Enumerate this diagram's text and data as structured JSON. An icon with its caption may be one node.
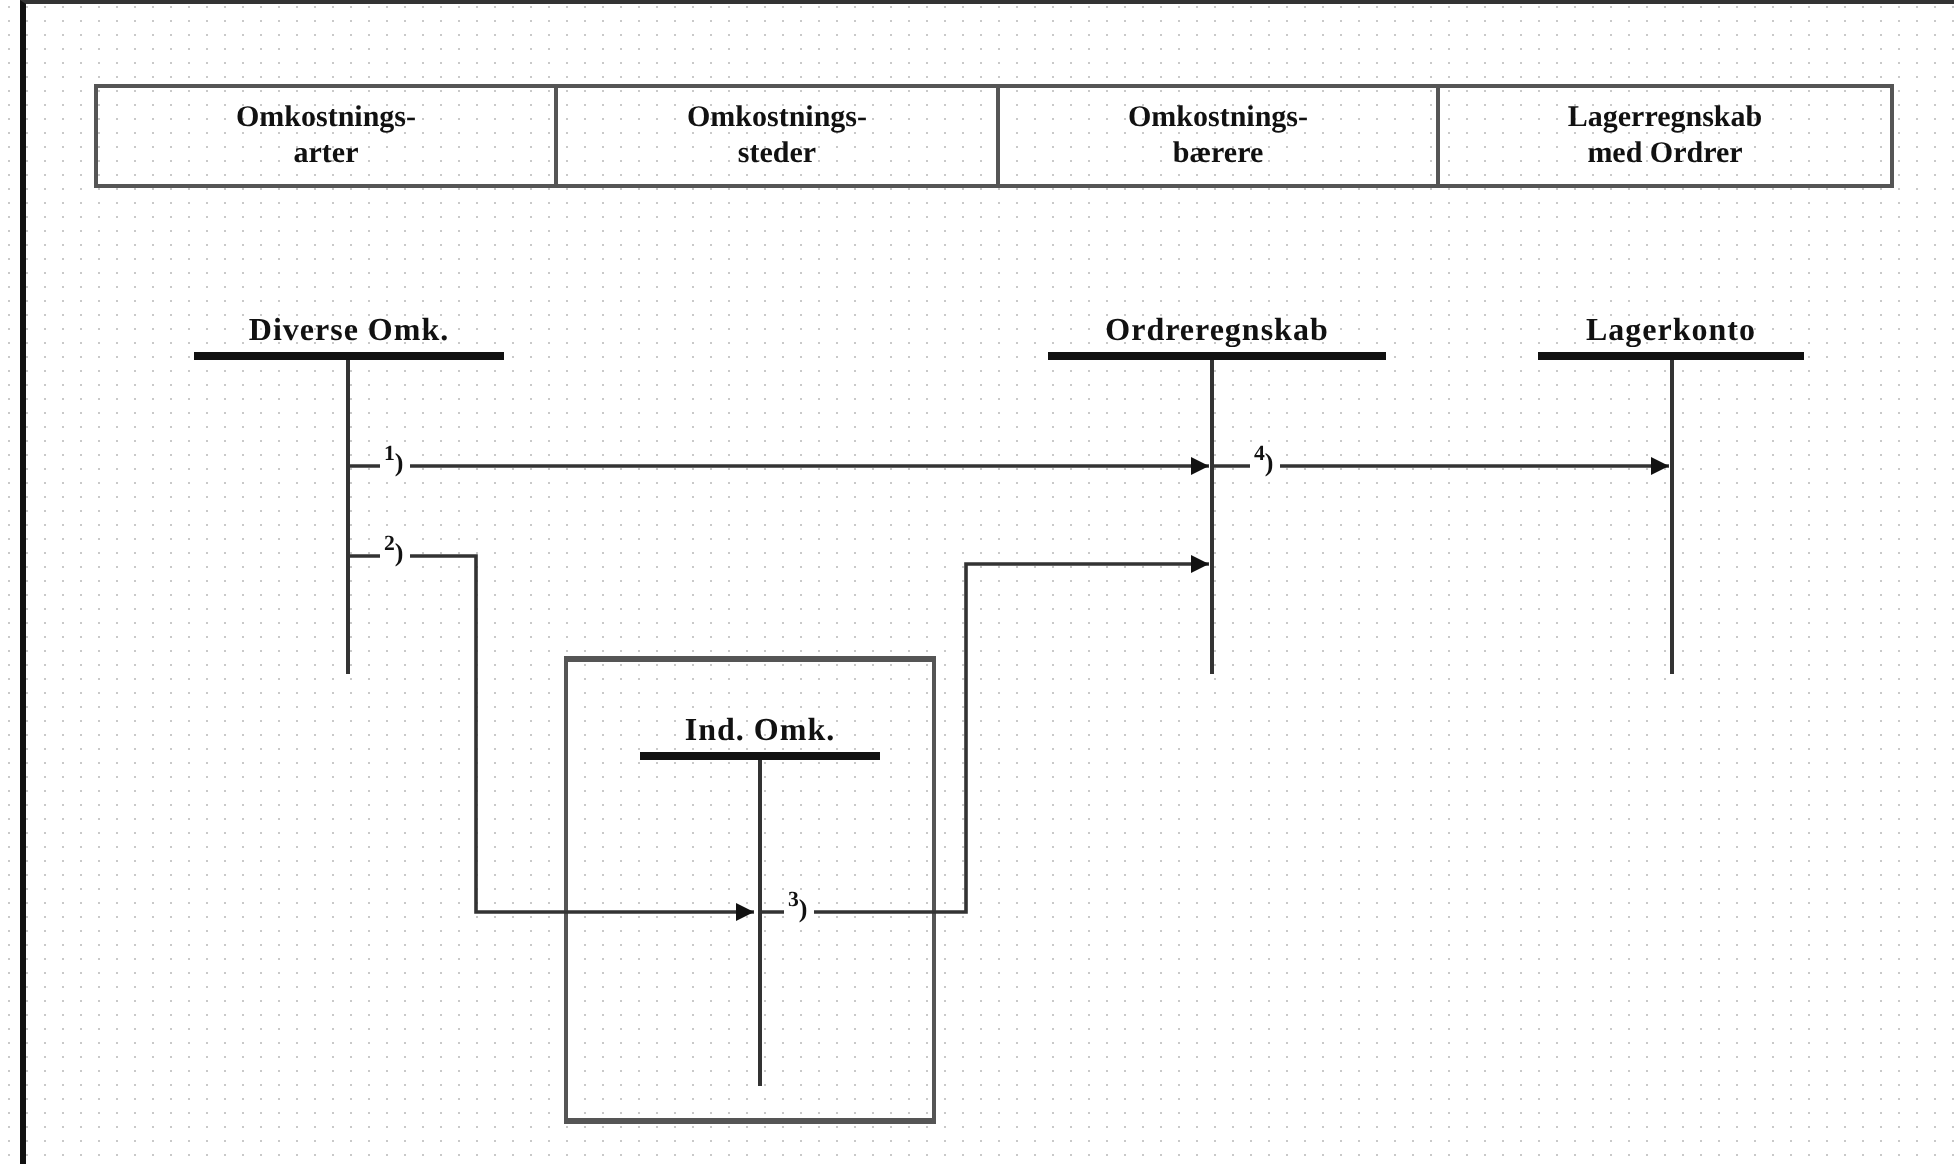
{
  "diagram": {
    "nodes": [
      {
        "text": [
          "Omkostnings- arter"
        ]
      },
      {
        "text": [
          "Omkostnings- steder"
        ]
      },
      {
        "text": [
          "Omkostnings- bærere"
        ]
      },
      {
        "text": [
          "Lagerregnskab med Ordrer"
        ]
      },
      {
        "text": [
          "Diverse Omk."
        ]
      },
      {
        "text": [
          "Ordreregnskab"
        ]
      },
      {
        "text": [
          "Lagerkonto"
        ]
      },
      {
        "text": [],
        "shape": "box"
      },
      {
        "text": [
          "Ind. Omk."
        ],
        "in": 7
      }
    ],
    "edges": [
      {
        "from": 4,
        "to": 5,
        "arrow": "to",
        "label": "$^{1}$)"
      },
      {
        "from": 4,
        "to": 8,
        "arrow": "to",
        "label": "$^{2}$)"
      },
      {
        "from": 8,
        "to": 5,
        "arrow": "to",
        "label": "$^{3}$)"
      },
      {
        "from": 5,
        "to": 6,
        "arrow": "to",
        "label": "$^{4}$)"
      }
    ]
  }
}
